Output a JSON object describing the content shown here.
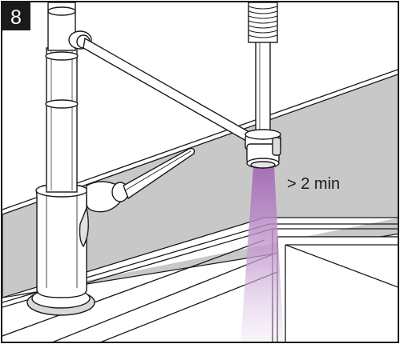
{
  "step": {
    "number": "8"
  },
  "annotation": {
    "duration": "> 2 min"
  },
  "colors": {
    "counter_surface": "#c8c8c8",
    "line": "#1a1a1a",
    "water_flow": "#b98fc4",
    "badge_background": "#1a1a1a"
  },
  "icons": {
    "faucet": "pull-down-kitchen-faucet",
    "spray_head": "spray-head-in-holder",
    "water": "water-flow-stream"
  }
}
